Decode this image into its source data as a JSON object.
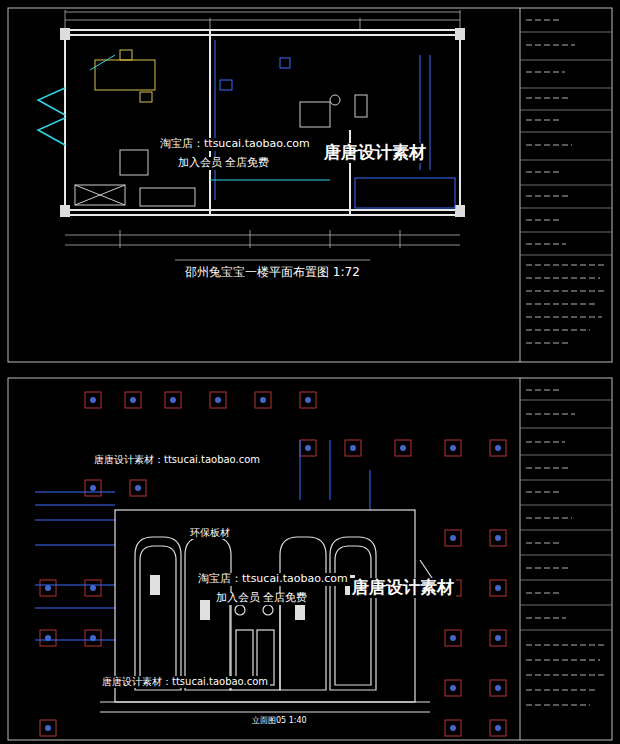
{
  "diagram": {
    "labels": [
      "淘宝店：ttsucai.taobao.com",
      "加入会员 全店免费",
      "唐唐设计素材",
      "邵州兔宝宝一楼平面布置图 1:72",
      "唐唐设计素材：ttsucai.taobao.com",
      "环保板材",
      "淘宝店：ttsucai.taobao.com",
      "加入会员 全店免费",
      "唐唐设计素材",
      "唐唐设计素材：ttsucai.taobao.com",
      "立面图05 1:40"
    ]
  }
}
